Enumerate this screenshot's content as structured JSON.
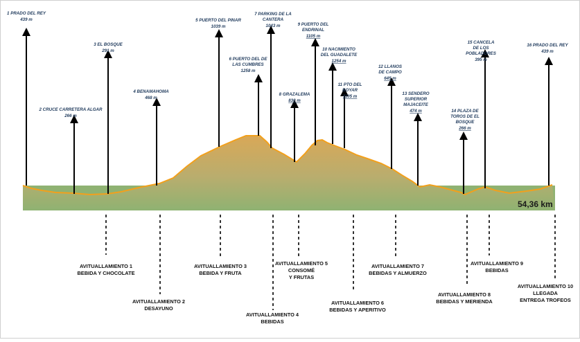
{
  "colors": {
    "sky": "#ffffff",
    "ground": "#8fb272",
    "mountain_top": "#d9a857",
    "mountain_mid": "#c3b06e",
    "profile_line": "#f2a01c",
    "text_blue": "#1f3a5c"
  },
  "distance_label": "54,36 km",
  "waypoints": [
    {
      "id": 1,
      "name": [
        "1 PRADO DEL REY"
      ],
      "altitude": "439 m",
      "underline": false
    },
    {
      "id": 2,
      "name": [
        "2 CRUCE CARRETERA ALGAR"
      ],
      "altitude": "266 m",
      "underline": false
    },
    {
      "id": 3,
      "name": [
        "3 EL BOSQUE"
      ],
      "altitude": "291 m",
      "underline": false
    },
    {
      "id": 4,
      "name": [
        "4 BENAMAHOMA"
      ],
      "altitude": "468 m",
      "underline": false
    },
    {
      "id": 5,
      "name": [
        "5 PUERTO DEL PINAR"
      ],
      "altitude": "1039 m",
      "underline": false
    },
    {
      "id": 6,
      "name": [
        "6 PUERTO DEL DE",
        "LAS CUMBRES"
      ],
      "altitude": "1258 m",
      "underline": false
    },
    {
      "id": 7,
      "name": [
        "7 PARKING DE LA",
        "CANTERA"
      ],
      "altitude": "1043 m",
      "underline": false
    },
    {
      "id": 8,
      "name": [
        "8 GRAZALEMA"
      ],
      "altitude": "830 m",
      "underline": true
    },
    {
      "id": 9,
      "name": [
        "9 PUERTO DEL",
        "ENDRINAL"
      ],
      "altitude": "1105 m",
      "underline": true
    },
    {
      "id": 10,
      "name": [
        "10 NACIMIENTO",
        "DEL GUADALETE"
      ],
      "altitude": "1254 m",
      "underline": true
    },
    {
      "id": 11,
      "name": [
        "11 PTO DEL",
        "BOYAR"
      ],
      "altitude": "1105 m",
      "underline": true
    },
    {
      "id": 12,
      "name": [
        "12 LLANOS",
        "DE CAMPO"
      ],
      "altitude": "645 m",
      "underline": true
    },
    {
      "id": 13,
      "name": [
        "13 SENDERO",
        "SUPERIOR",
        "MAJACEITE"
      ],
      "altitude": "474 m",
      "underline": true
    },
    {
      "id": 14,
      "name": [
        "14 PLAZA DE",
        "TOROS DE EL",
        "BOSQUE"
      ],
      "altitude": "266 m",
      "underline": true
    },
    {
      "id": 15,
      "name": [
        "15 CANCELA",
        "DE LOS",
        "POBLADORES"
      ],
      "altitude": "395 m",
      "underline": false
    },
    {
      "id": 16,
      "name": [
        "16 PRADO DEL REY"
      ],
      "altitude": "439 m",
      "underline": false
    }
  ],
  "aid_stations": [
    {
      "id": 1,
      "lines": [
        "AVITUALLAMIENTO 1",
        "BEBIDA Y CHOCOLATE"
      ]
    },
    {
      "id": 2,
      "lines": [
        "AVITUALLAMIENTO 2",
        "DESAYUNO"
      ]
    },
    {
      "id": 3,
      "lines": [
        "AVITUALLAMIENTO 3",
        "BEBIDA Y FRUTA"
      ]
    },
    {
      "id": 4,
      "lines": [
        "AVITUALLAMIENTO 4",
        "BEBIDAS"
      ]
    },
    {
      "id": 5,
      "lines": [
        "AVITUALLAMIENTO 5",
        "CONSOMÉ",
        "Y FRUTAS"
      ]
    },
    {
      "id": 6,
      "lines": [
        "AVITUALLAMIENTO 6",
        "BEBIDAS Y APERITIVO"
      ]
    },
    {
      "id": 7,
      "lines": [
        "AVITUALLAMIENTO 7",
        "BEBIDAS Y ALMUERZO"
      ]
    },
    {
      "id": 8,
      "lines": [
        "AVITUALLAMIENTO 8",
        "BEBIDAS Y MERIENDA"
      ]
    },
    {
      "id": 9,
      "lines": [
        "AVITUALLAMIENTO 9",
        "BEBIDAS"
      ]
    },
    {
      "id": 10,
      "lines": [
        "AVITUALLAMIENTO 10",
        "LLEGADA",
        "ENTREGA TROFEOS"
      ]
    }
  ]
}
